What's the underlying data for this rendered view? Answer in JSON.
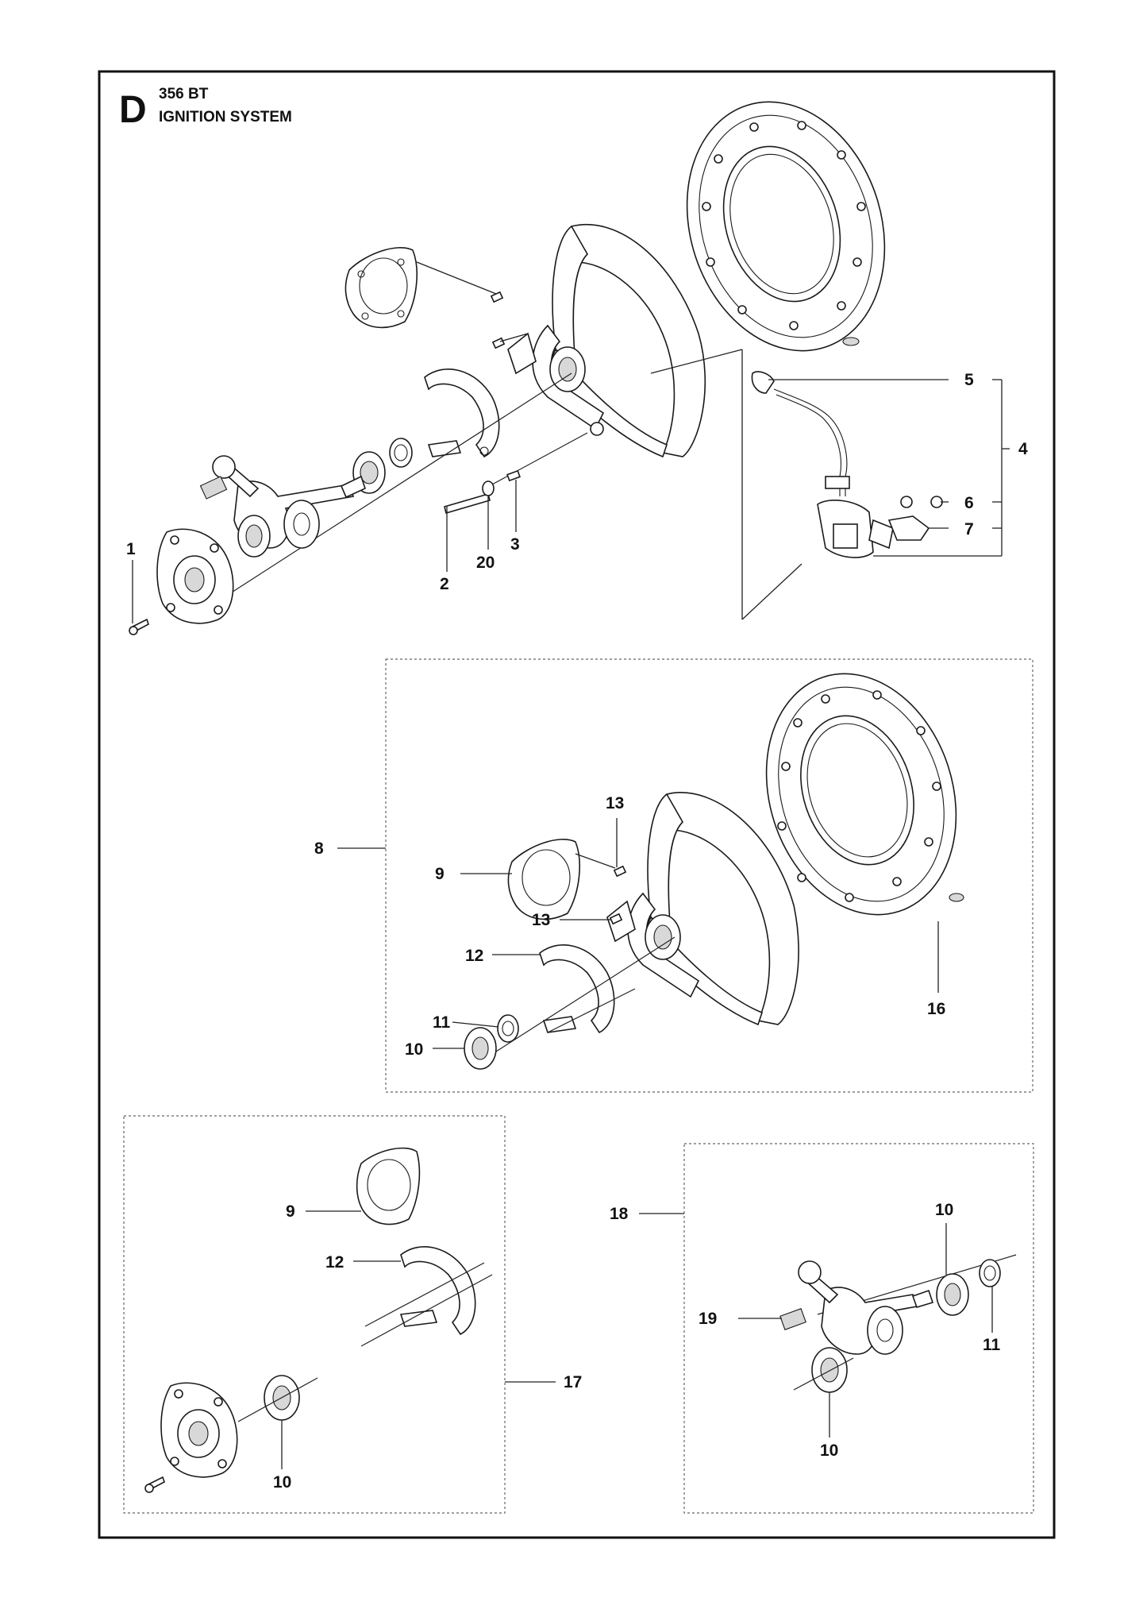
{
  "header": {
    "section_letter": "D",
    "model": "356 BT",
    "title": "IGNITION SYSTEM"
  },
  "callouts": {
    "c1": "1",
    "c2": "2",
    "c3": "3",
    "c4": "4",
    "c5": "5",
    "c6": "6",
    "c7": "7",
    "c20": "20",
    "c8": "8",
    "c9": "9",
    "c10": "10",
    "c11": "11",
    "c12": "12",
    "c13a": "13",
    "c13b": "13",
    "c16": "16",
    "c9b": "9",
    "c12b": "12",
    "c17": "17",
    "c10b": "10",
    "c18": "18",
    "c10c": "10",
    "c19": "19",
    "c11b": "11",
    "c10d": "10"
  }
}
